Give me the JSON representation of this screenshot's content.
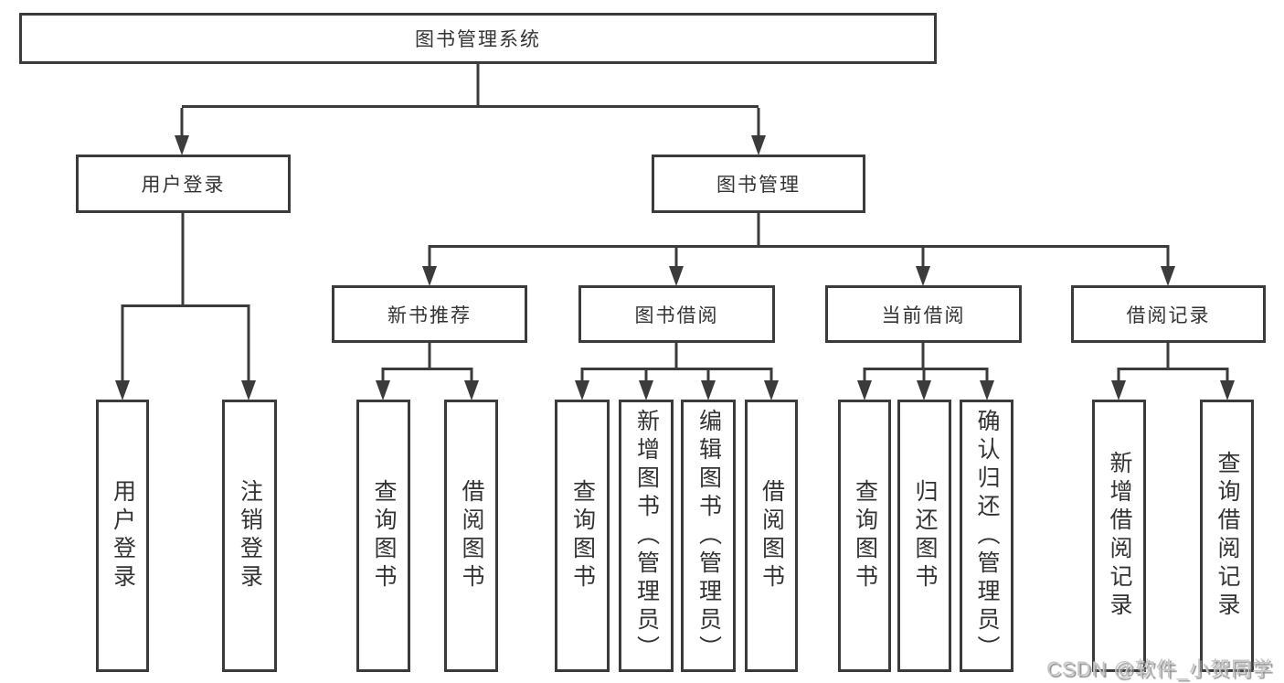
{
  "diagram": {
    "root": {
      "label": "图书管理系统",
      "children": [
        {
          "label": "用户登录",
          "children": [
            {
              "label": "用户登录"
            },
            {
              "label": "注销登录"
            }
          ]
        },
        {
          "label": "图书管理",
          "children": [
            {
              "label": "新书推荐",
              "children": [
                {
                  "label": "查询图书"
                },
                {
                  "label": "借阅图书"
                }
              ]
            },
            {
              "label": "图书借阅",
              "children": [
                {
                  "label": "查询图书"
                },
                {
                  "label": "新增图书（管理员）"
                },
                {
                  "label": "编辑图书（管理员）"
                },
                {
                  "label": "借阅图书"
                }
              ]
            },
            {
              "label": "当前借阅",
              "children": [
                {
                  "label": "查询图书"
                },
                {
                  "label": "归还图书"
                },
                {
                  "label": "确认归还（管理员）"
                }
              ]
            },
            {
              "label": "借阅记录",
              "children": [
                {
                  "label": "新增借阅记录"
                },
                {
                  "label": "查询借阅记录"
                }
              ]
            }
          ]
        }
      ]
    },
    "watermark": "CSDN @软件_小贺同学",
    "colors": {
      "line": "#3b3b3b",
      "text": "#333333",
      "watermark": "#c7c7c7"
    }
  }
}
